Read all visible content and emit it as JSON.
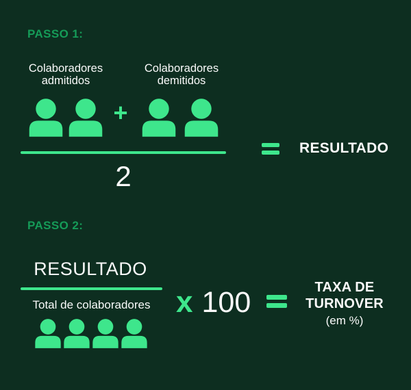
{
  "colors": {
    "background": "#0d2e20",
    "mint": "#3ee68c",
    "step_label": "#159b58",
    "text": "#fafafa"
  },
  "step1": {
    "label": "PASSO 1:",
    "admitted": {
      "label": "Colaboradores admitidos",
      "count": 2
    },
    "dismissed": {
      "label": "Colaboradores demitidos",
      "count": 2
    },
    "operator": "+",
    "denominator": "2",
    "equals": "=",
    "result_label": "RESULTADO"
  },
  "step2": {
    "label": "PASSO 2:",
    "numerator": "RESULTADO",
    "denominator_label": "Total de colaboradores",
    "people_count": 4,
    "multiplier_symbol": "x",
    "multiplier_value": "100",
    "equals": "=",
    "result_title": "TAXA DE TURNOVER",
    "result_subtitle": "(em %)"
  }
}
